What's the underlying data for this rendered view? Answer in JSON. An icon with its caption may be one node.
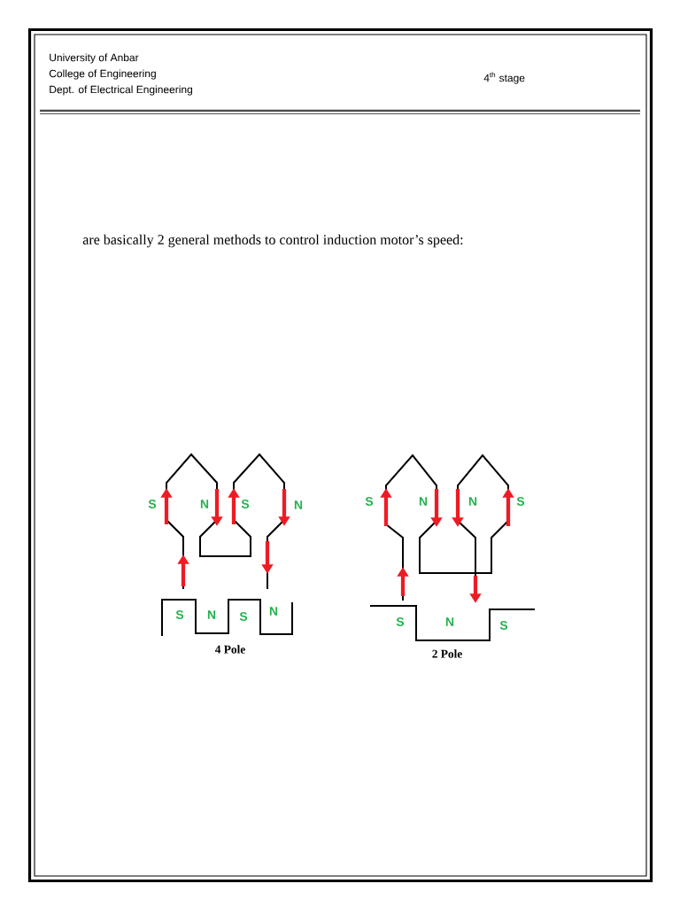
{
  "diagram": {
    "labels": [
      "University of Anbar",
      "College of Engineering",
      "Dept. of Electrical Engineering",
      "4$^{th}$ stage",
      "are basically 2 general methods to control induction motor’s speed:",
      "S",
      "N",
      "S",
      "N",
      "S",
      "N",
      "N",
      "S",
      "S",
      "N",
      "S",
      "N",
      "S",
      "N",
      "S",
      "4 Pole",
      "2 Pole"
    ]
  }
}
